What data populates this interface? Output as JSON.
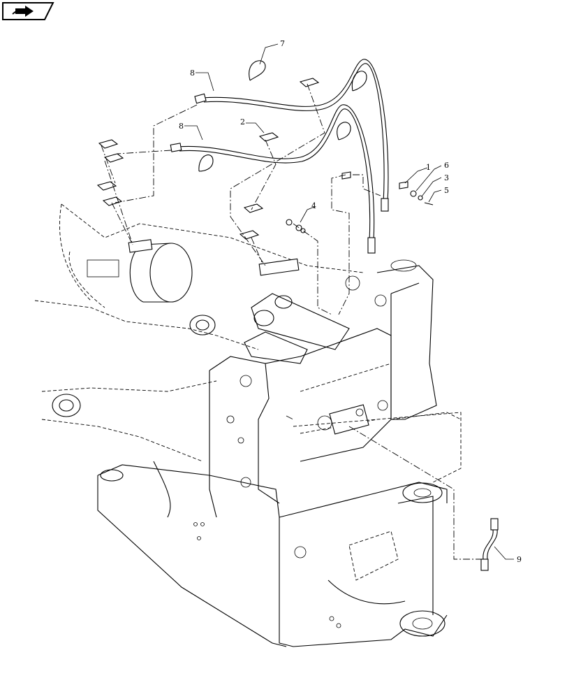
{
  "nav": {
    "icon": "next-page-arrow-icon"
  },
  "callouts": [
    {
      "id": "c7",
      "text": "7"
    },
    {
      "id": "c8a",
      "text": "8"
    },
    {
      "id": "c8b",
      "text": "8"
    },
    {
      "id": "c2",
      "text": "2"
    },
    {
      "id": "c1",
      "text": "1"
    },
    {
      "id": "c6",
      "text": "6"
    },
    {
      "id": "c3",
      "text": "3"
    },
    {
      "id": "c5",
      "text": "5"
    },
    {
      "id": "c4",
      "text": "4"
    },
    {
      "id": "c9",
      "text": "9"
    }
  ]
}
